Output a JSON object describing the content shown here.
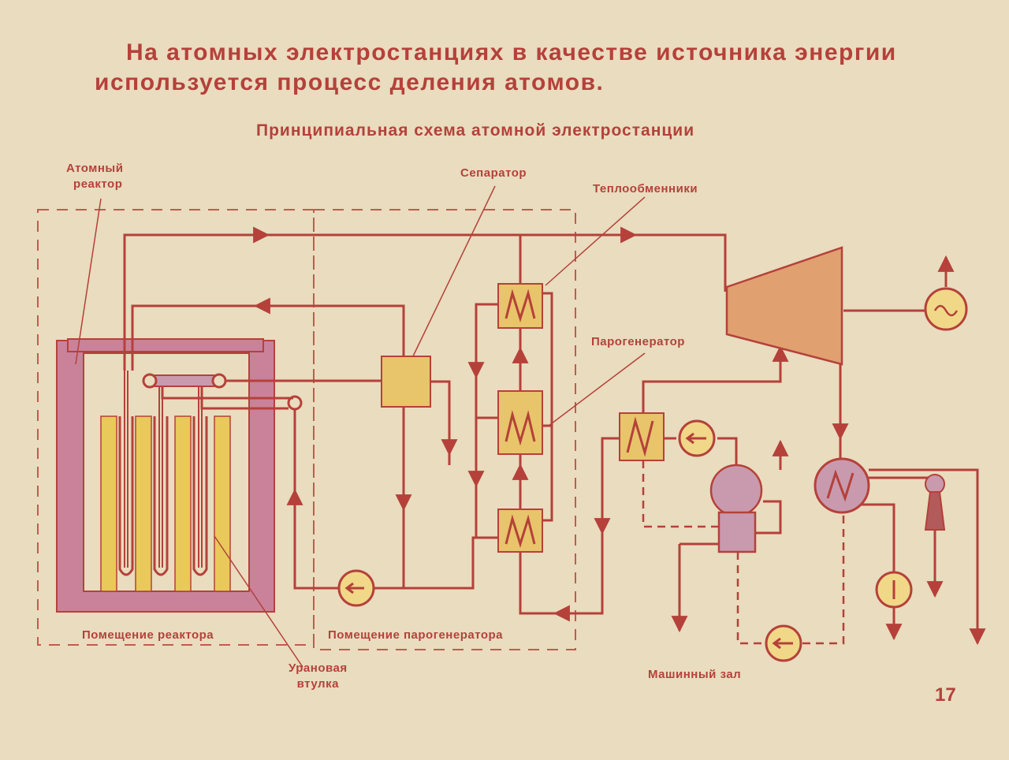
{
  "heading": {
    "line1": "На атомных электростанциях в качестве источника энергии",
    "line2": "используется процесс деления атомов."
  },
  "subtitle": "Принципиальная схема атомной электростанции",
  "labels": {
    "reactor_line1": "Атомный",
    "reactor_line2": "реактор",
    "separator": "Сепаратор",
    "heat_exchangers": "Теплообменники",
    "steam_generator": "Парогенератор",
    "reactor_room": "Помещение реактора",
    "steam_generator_room": "Помещение парогенератора",
    "uranium_sleeve_line1": "Урановая",
    "uranium_sleeve_line2": "втулка",
    "machine_hall": "Машинный зал"
  },
  "page_number": "17",
  "colors": {
    "background": "#e9dcbf",
    "line": "#b5413a",
    "reactor_shell": "#c9829a",
    "fuel": "#e8c95a",
    "component": "#e8c46a",
    "turbine": "#e0a070",
    "generator_ring": "#f0d888",
    "pump_body": "#c99aae"
  }
}
